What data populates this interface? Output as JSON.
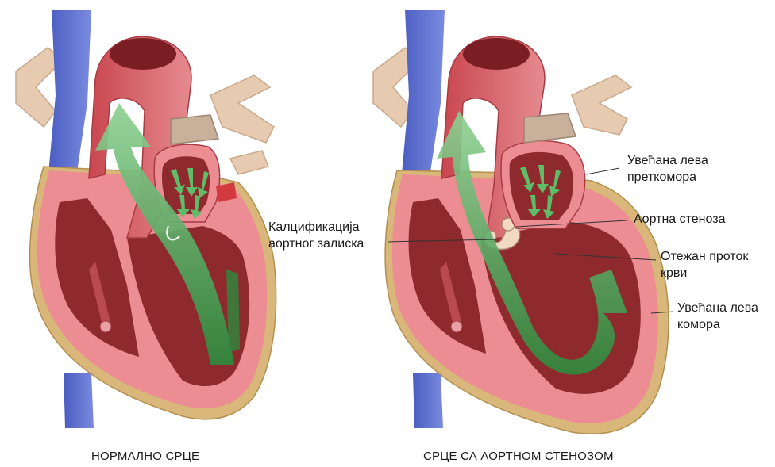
{
  "captions": {
    "normal": "НОРМАЛНО СРЦЕ",
    "stenosis": "СРЦЕ СА АОРТНОМ СТЕНОЗОМ"
  },
  "labels": {
    "calcification_line1": "Калцификација",
    "calcification_line2": "аортног залиска",
    "enlarged_atrium_line1": "Увећана лева",
    "enlarged_atrium_line2": "преткомора",
    "aortic_stenosis": "Аортна стеноза",
    "restricted_flow_line1": "Отежан проток",
    "restricted_flow_line2": "крви",
    "enlarged_ventricle_line1": "Увећана лева",
    "enlarged_ventricle_line2": "комора"
  },
  "colors": {
    "vena_cava": "#5b6fcf",
    "myocardium": "#e8808a",
    "ventricle_inner": "#8e2a2e",
    "fat": "#d9b679",
    "vessel_beige": "#e7cbb1",
    "flow_arrow": "#3f9a4b"
  }
}
